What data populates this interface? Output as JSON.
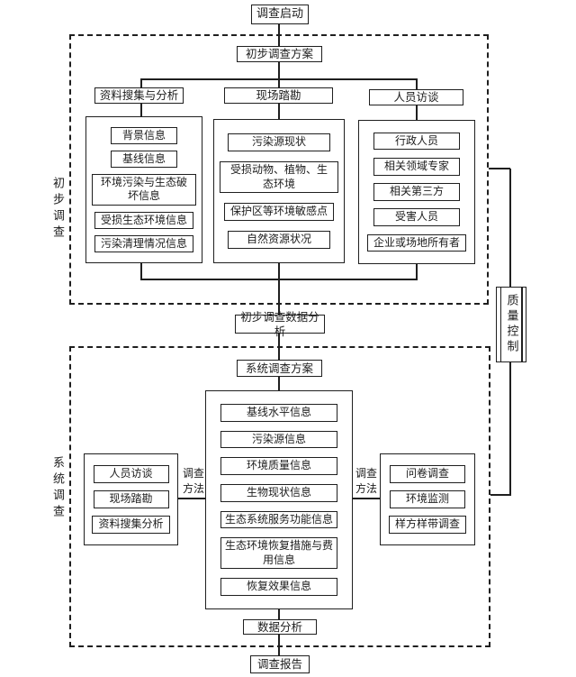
{
  "colors": {
    "line": "#1f1f1f",
    "background": "#ffffff"
  },
  "flow": {
    "start": "调查启动",
    "prelim_analysis": "初步调查数据分析",
    "data_analysis": "数据分析",
    "report": "调查报告",
    "quality_control": "质量控制"
  },
  "sections": {
    "prelim": {
      "side_label": "初步调查",
      "plan": "初步调查方案",
      "columns": [
        {
          "header": "资料搜集与分析",
          "items": [
            "背景信息",
            "基线信息",
            "环境污染与生态破坏信息",
            "受损生态环境信息",
            "污染清理情况信息"
          ]
        },
        {
          "header": "现场踏勘",
          "items": [
            "污染源现状",
            "受损动物、植物、生态环境",
            "保护区等环境敏感点",
            "自然资源状况"
          ]
        },
        {
          "header": "人员访谈",
          "items": [
            "行政人员",
            "相关领域专家",
            "相关第三方",
            "受害人员",
            "企业或场地所有者"
          ]
        }
      ]
    },
    "system": {
      "side_label": "系统调查",
      "plan": "系统调查方案",
      "items": [
        "基线水平信息",
        "污染源信息",
        "环境质量信息",
        "生物现状信息",
        "生态系统服务功能信息",
        "生态环境恢复措施与费用信息",
        "恢复效果信息"
      ],
      "left_methods": {
        "label": "调查方法",
        "items": [
          "人员访谈",
          "现场踏勘",
          "资料搜集分析"
        ]
      },
      "right_methods": {
        "label": "调查方法",
        "items": [
          "问卷调查",
          "环境监测",
          "样方样带调查"
        ]
      }
    }
  }
}
